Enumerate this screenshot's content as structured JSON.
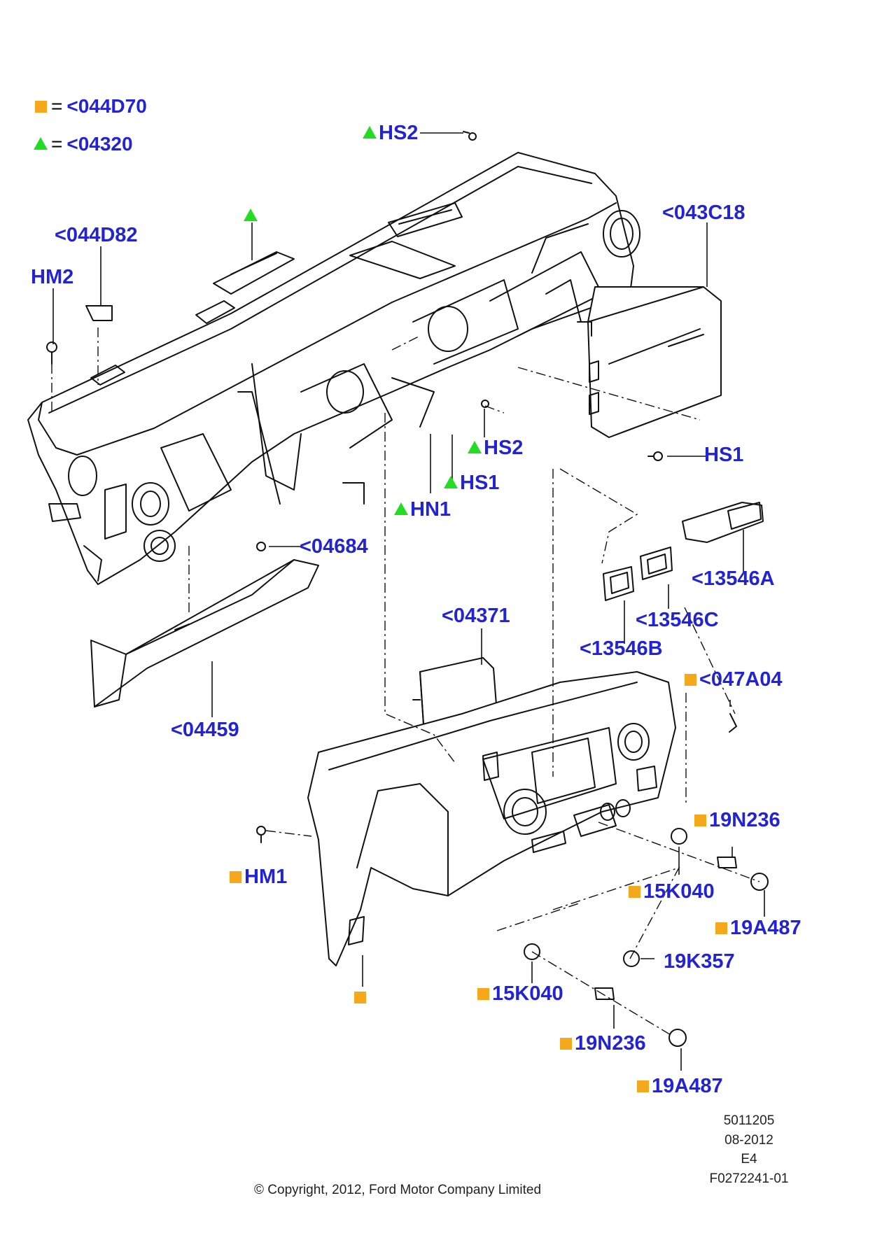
{
  "legend": [
    {
      "marker": "square",
      "equals": "=",
      "code": "<044D70"
    },
    {
      "marker": "triangle",
      "equals": "=",
      "code": "<04320"
    }
  ],
  "callouts": {
    "hs2_top": "HS2",
    "c044d82": "<044D82",
    "hm2": "HM2",
    "c043c18": "<043C18",
    "hs2_mid": "HS2",
    "hs1_right": "HS1",
    "hs1_mid": "HS1",
    "hn1": "HN1",
    "c04684": "<04684",
    "c13546a": "<13546A",
    "c13546c": "<13546C",
    "c13546b": "<13546B",
    "c04371": "<04371",
    "c04459": "<04459",
    "c047a04": "<047A04",
    "c19n236_a": "19N236",
    "hm1": "HM1",
    "c15k040_a": "15K040",
    "c19a487_a": "19A487",
    "c19k357": "19K357",
    "c15k040_b": "15K040",
    "c19n236_b": "19N236",
    "c19a487_b": "19A487"
  },
  "footer": {
    "line1": "5011205",
    "line2": "08-2012",
    "line3": "E4",
    "line4": "F0272241-01",
    "copyright": "© Copyright, 2012, Ford Motor Company Limited"
  },
  "colors": {
    "label_blue": "#2323d6",
    "square_orange": "#f5a81c",
    "triangle_green": "#22dd22"
  }
}
